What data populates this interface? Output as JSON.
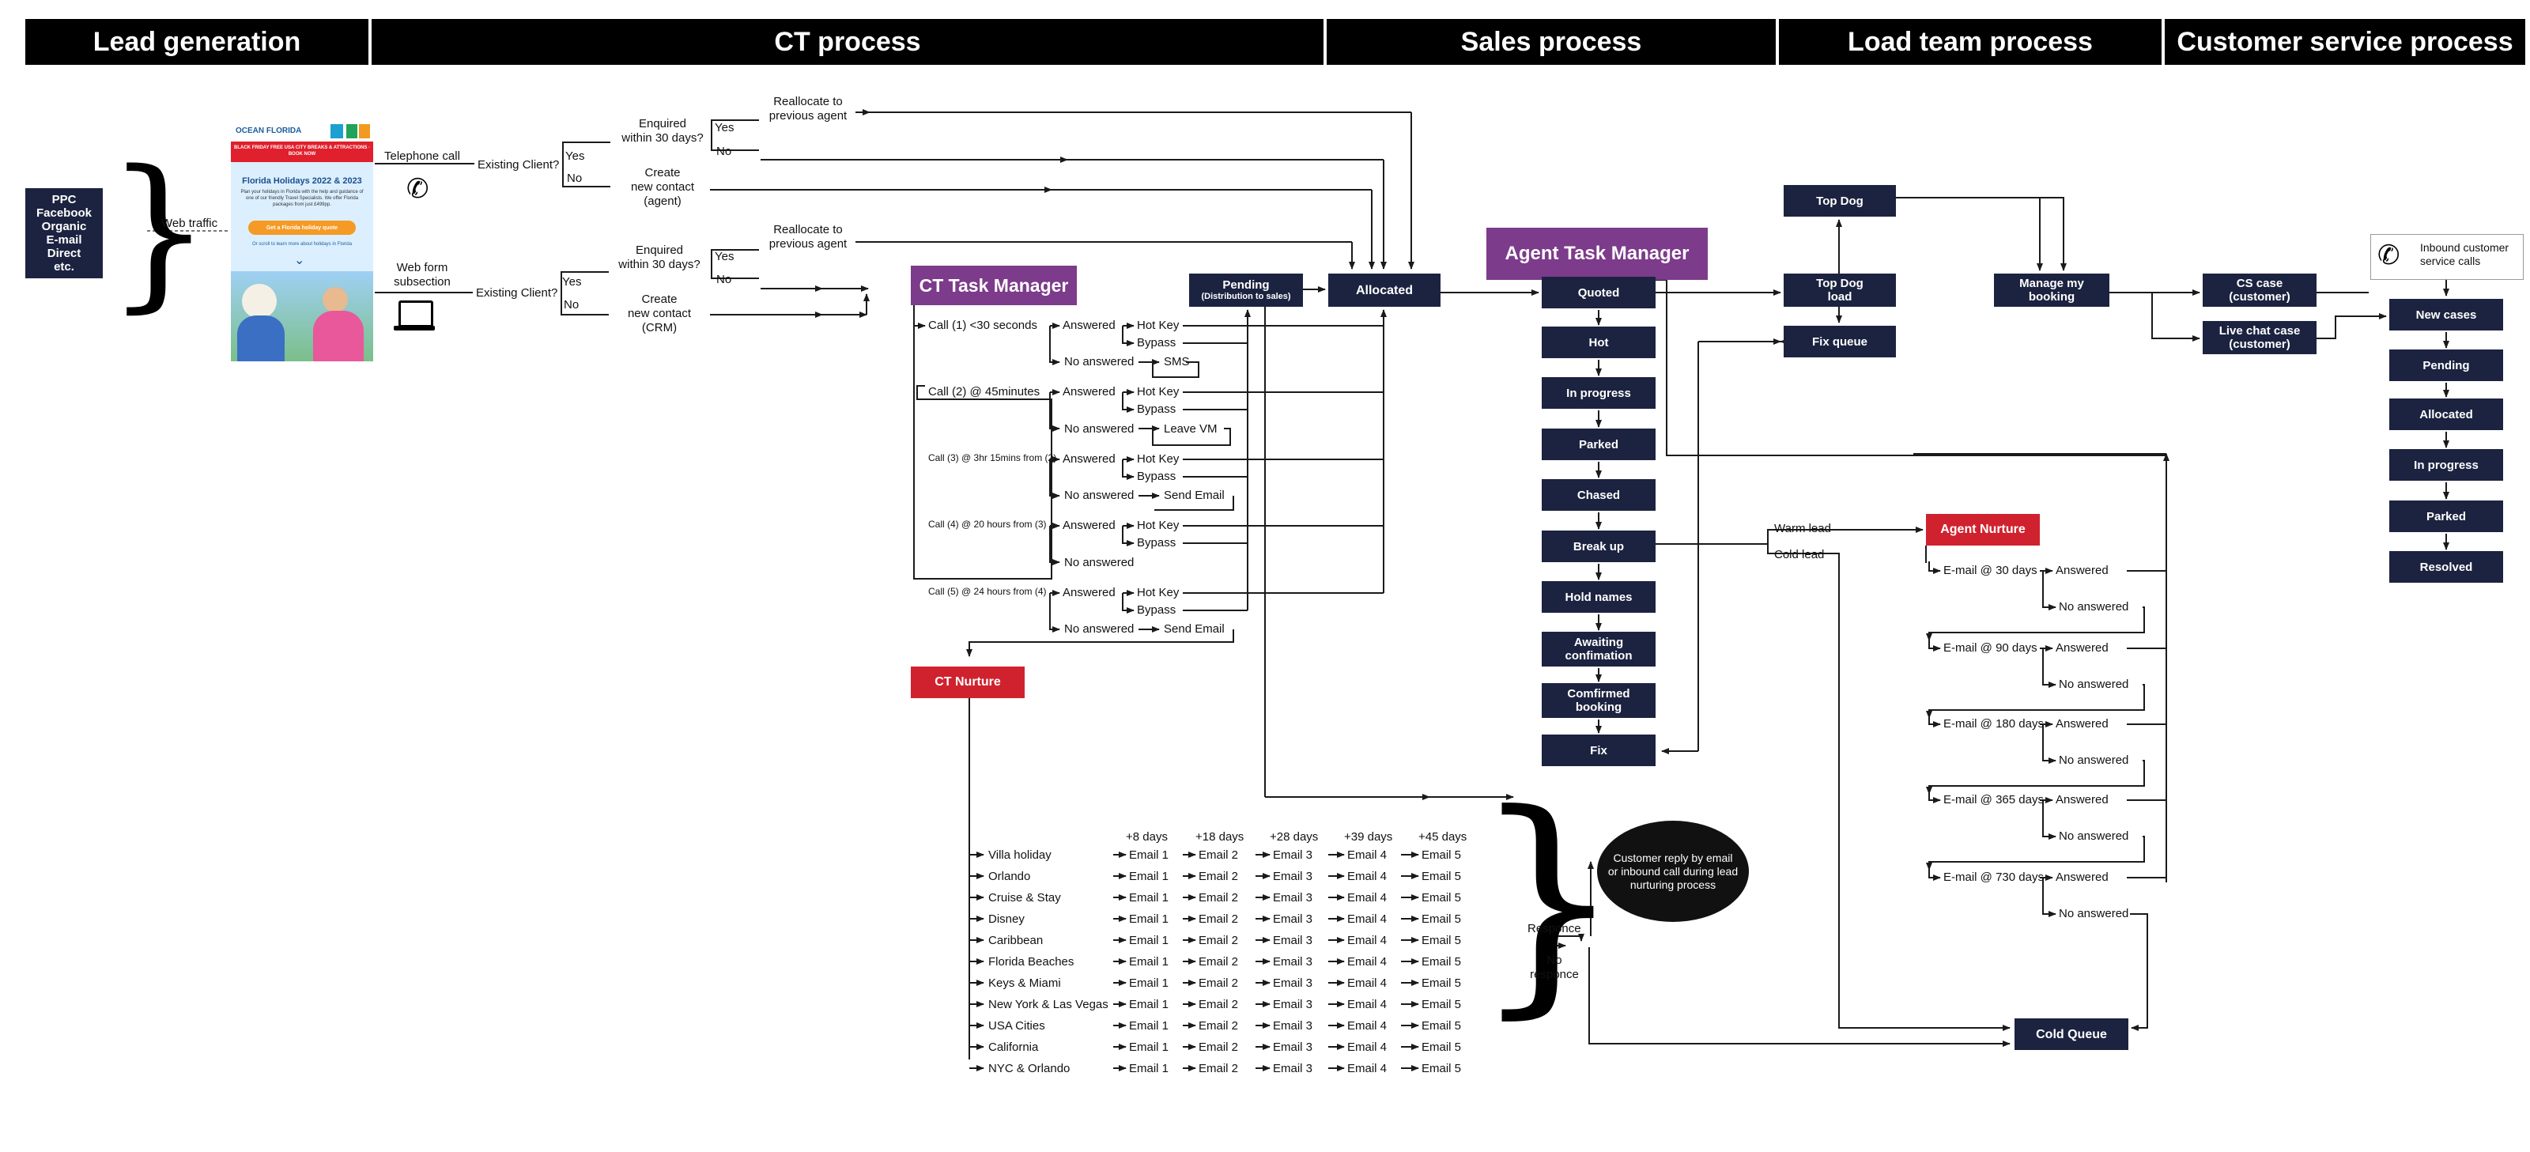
{
  "headers": [
    "Lead generation",
    "CT process",
    "Sales process",
    "Load team process",
    "Customer service process"
  ],
  "lead_sources": "PPC\nFacebook\nOrganic\nE-mail\nDirect\netc.",
  "web_traffic": "Web traffic",
  "ad": {
    "brand": "OCEAN FLORIDA",
    "banner": "BLACK FRIDAY FREE USA CITY BREAKS & ATTRACTIONS · BOOK NOW",
    "headline": "Florida Holidays 2022 & 2023",
    "body": "Plan your holidays in Florida with the help and guidance of one of our friendly Travel Specialists. We offer Florida packages from just £499pp.",
    "cta": "Get a Florida holiday quote",
    "link": "Or scroll to learn more about holidays in Florida"
  },
  "entry": {
    "telephone_call": "Telephone call",
    "web_form": "Web form\nsubsection",
    "existing_client": "Existing Client?",
    "yes": "Yes",
    "no": "No",
    "enquired": "Enquired\nwithin 30 days?",
    "reallocate": "Reallocate to\nprevious agent",
    "create_agent": "Create\nnew contact\n(agent)",
    "create_crm": "Create\nnew contact\n(CRM)"
  },
  "ct": {
    "manager": "CT Task Manager",
    "pending": "Pending",
    "pending_sub": "(Distribution to sales)",
    "allocated": "Allocated",
    "nurture": "CT Nurture",
    "calls": [
      "Call (1) <30 seconds",
      "Call (2) @ 45minutes",
      "Call (3) @ 3hr 15mins from (2)",
      "Call (4) @ 20 hours from (3)",
      "Call (5) @ 24 hours from (4)"
    ],
    "answered": "Answered",
    "no_answered": "No answered",
    "hot_key": "Hot Key",
    "bypass": "Bypass",
    "actions": [
      "SMS",
      "Leave VM",
      "Send Email",
      "",
      "Send Email"
    ]
  },
  "nurture": {
    "days": [
      "+8 days",
      "+18 days",
      "+28 days",
      "+39 days",
      "+45 days"
    ],
    "emails": [
      "Email 1",
      "Email 2",
      "Email 3",
      "Email 4",
      "Email 5"
    ],
    "campaigns": [
      "Villa holiday",
      "Orlando",
      "Cruise & Stay",
      "Disney",
      "Caribbean",
      "Florida Beaches",
      "Keys & Miami",
      "New York & Las Vegas",
      "USA Cities",
      "California",
      "NYC & Orlando"
    ],
    "responce": "Responce",
    "no_responce": "No\nresponce",
    "oval": "Customer reply by email\nor inbound call during lead\nnurturing process"
  },
  "sales": {
    "manager": "Agent Task Manager",
    "stages": [
      "Quoted",
      "Hot",
      "In progress",
      "Parked",
      "Chased",
      "Break up",
      "Hold names",
      "Awaiting\nconfimation",
      "Comfirmed\nbooking",
      "Fix"
    ],
    "warm_lead": "Warm lead",
    "cold_lead": "Cold lead"
  },
  "load": {
    "top_dog": "Top Dog",
    "top_dog_load": "Top Dog\nload",
    "fix_queue": "Fix queue",
    "manage_booking": "Manage my\nbooking",
    "agent_nurture": "Agent Nurture",
    "nurture_emails": [
      "E-mail @ 30 days",
      "E-mail @ 90 days",
      "E-mail @ 180 days",
      "E-mail @ 365 days",
      "E-mail @ 730 days"
    ],
    "answered": "Answered",
    "no_answered": "No answered",
    "cold_queue": "Cold Queue"
  },
  "cs": {
    "inbound": "Inbound customer\nservice calls",
    "cs_case": "CS case\n(customer)",
    "live_chat": "Live chat case\n(customer)",
    "stages": [
      "New cases",
      "Pending",
      "Allocated",
      "In progress",
      "Parked",
      "Resolved"
    ]
  }
}
